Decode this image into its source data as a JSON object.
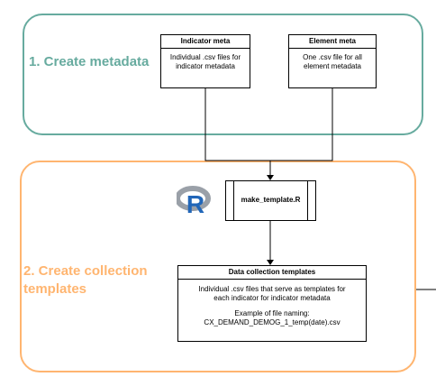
{
  "panels": {
    "metadata": {
      "label": "1. Create metadata"
    },
    "templates": {
      "label": "2. Create collection templates"
    }
  },
  "boxes": {
    "indicator_meta": {
      "title": "Indicator meta",
      "lines": [
        "Individual .csv files for",
        "indicator metadata"
      ]
    },
    "element_meta": {
      "title": "Element meta",
      "lines": [
        "One .csv file for all",
        "element metadata"
      ]
    },
    "process": {
      "label": "make_template.R"
    },
    "data_collection": {
      "title": "Data collection templates",
      "lines": [
        "Individual .csv files that serve as templates for",
        "each indicator for  indicator metadata"
      ],
      "example_lines": [
        "Example of file naming:",
        "CX_DEMAND_DEMOG_1_temp(date).csv"
      ]
    }
  },
  "logo": {
    "icon": "r-logo-icon",
    "letter": "R"
  },
  "colors": {
    "metadata_accent": "#67AB9F",
    "templates_accent": "#FFB570",
    "border": "#000000",
    "r_logo_ring": "#9AA0A8",
    "r_logo_letter": "#2166B8"
  }
}
